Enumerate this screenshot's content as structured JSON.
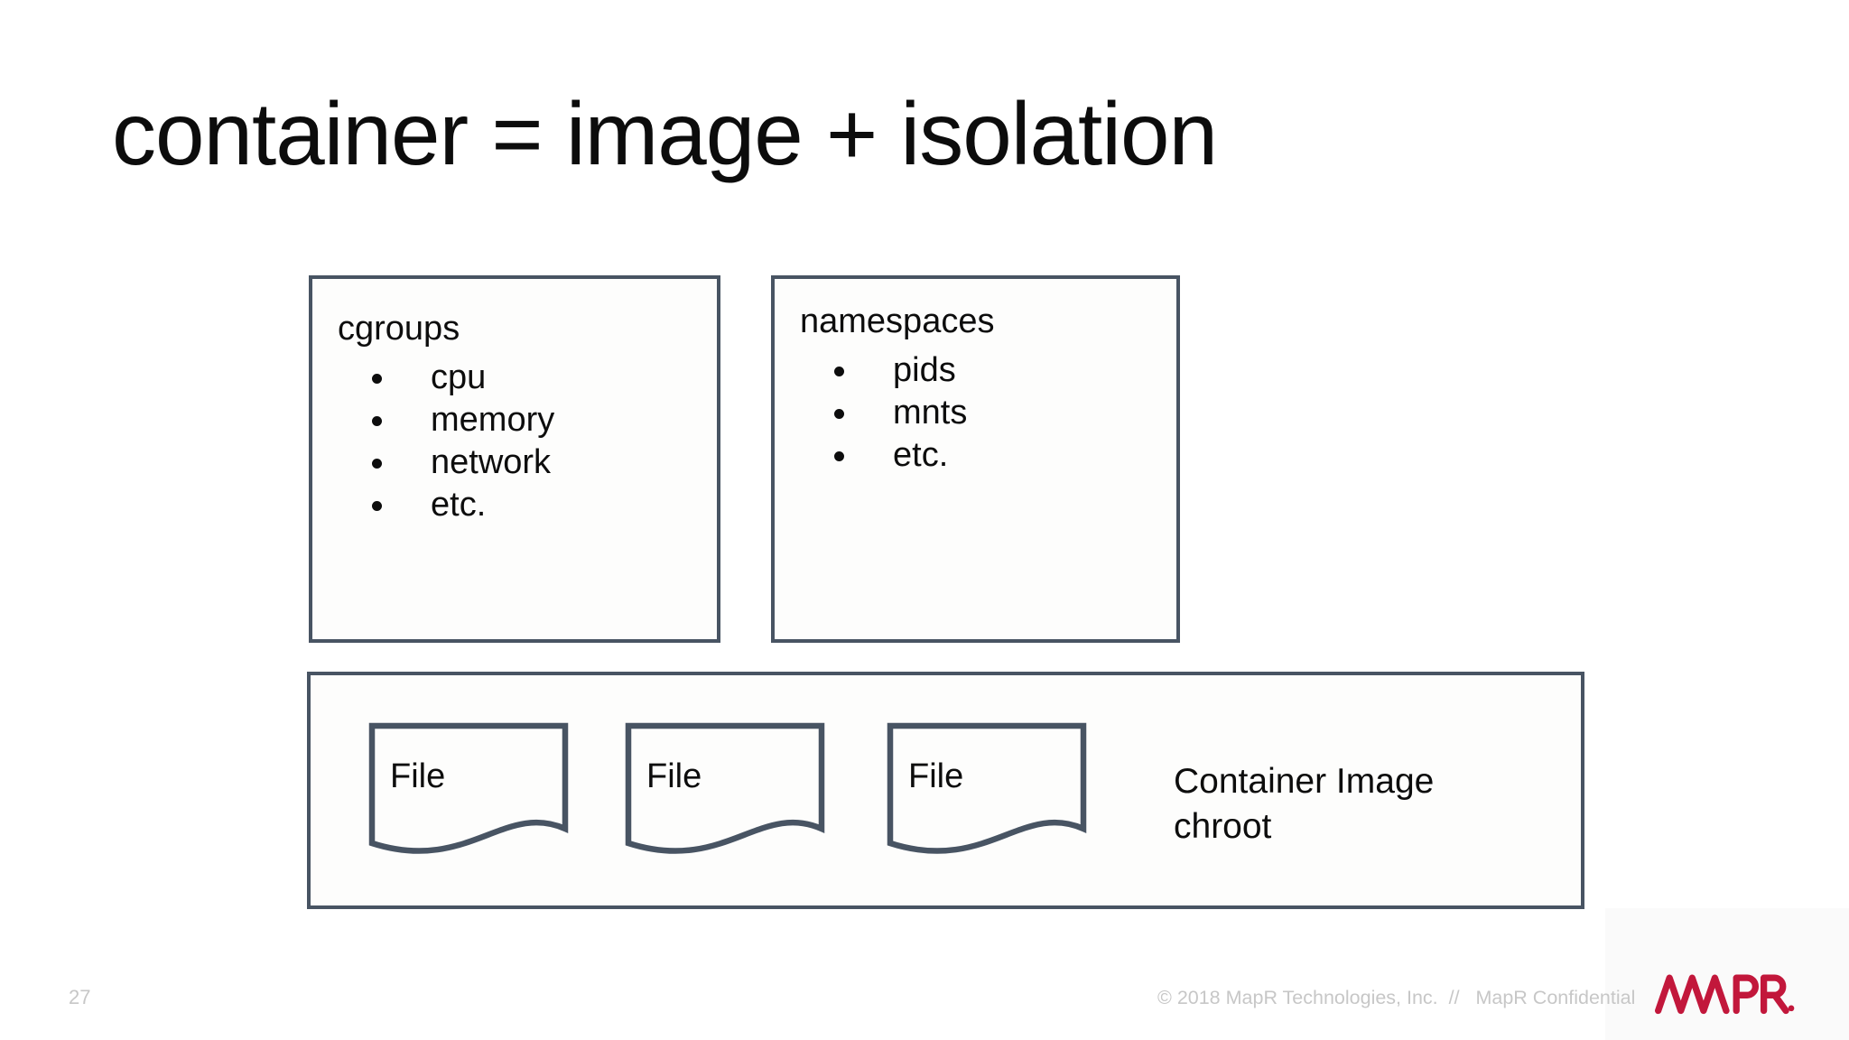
{
  "slide": {
    "title": "container = image + isolation",
    "page_number": "27",
    "copyright": "© 2018 MapR Technologies, Inc.  //   MapR Confidential",
    "logo_name": "MapR",
    "colors": {
      "background": "#ffffff",
      "shape_border": "#485463",
      "text": "#0d0d0d",
      "footer_gray": "#c7c7c7",
      "logo_red": "#c2173b"
    }
  },
  "cgroups_box": {
    "label": "cgroups",
    "items": [
      "cpu",
      "memory",
      "network",
      "etc."
    ]
  },
  "namespaces_box": {
    "label": "namespaces",
    "items": [
      "pids",
      "mnts",
      "etc."
    ]
  },
  "container_image_box": {
    "file_labels": [
      "File",
      "File",
      "File"
    ],
    "caption": "Container Image\nchroot"
  }
}
